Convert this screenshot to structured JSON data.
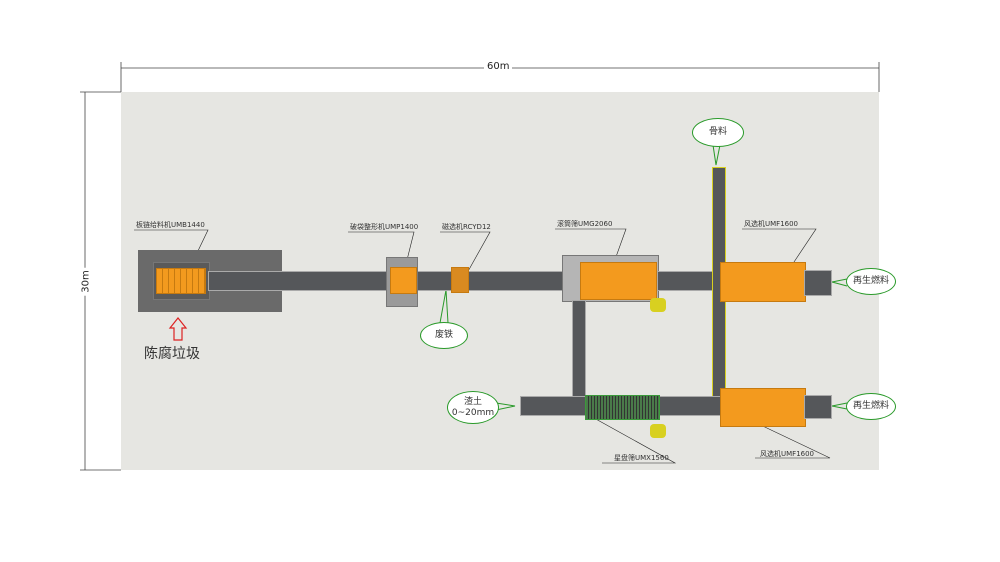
{
  "dimensions": {
    "width": "60m",
    "height": "30m"
  },
  "equipment": {
    "feeder": "板链给料机UMB1440",
    "bag_breaker": "破袋整形机UMP1400",
    "magnetic_separator": "磁选机RCYD12",
    "trommel": "滚筒筛UMG2060",
    "air_separator_top": "风选机UMF1600",
    "star_screen": "星盘筛UMX1560",
    "air_separator_bottom": "风选机UMF1600"
  },
  "outputs": {
    "aggregate": "骨料",
    "fuel_top": "再生燃料",
    "fuel_bottom": "再生燃料",
    "scrap_iron": "废铁",
    "soil_line1": "渣土",
    "soil_line2": "0~20mm"
  },
  "input": "陈腐垃圾",
  "colors": {
    "machine": "#f39a1e",
    "bubble": "#2a9a2a",
    "arrow": "#d22"
  }
}
